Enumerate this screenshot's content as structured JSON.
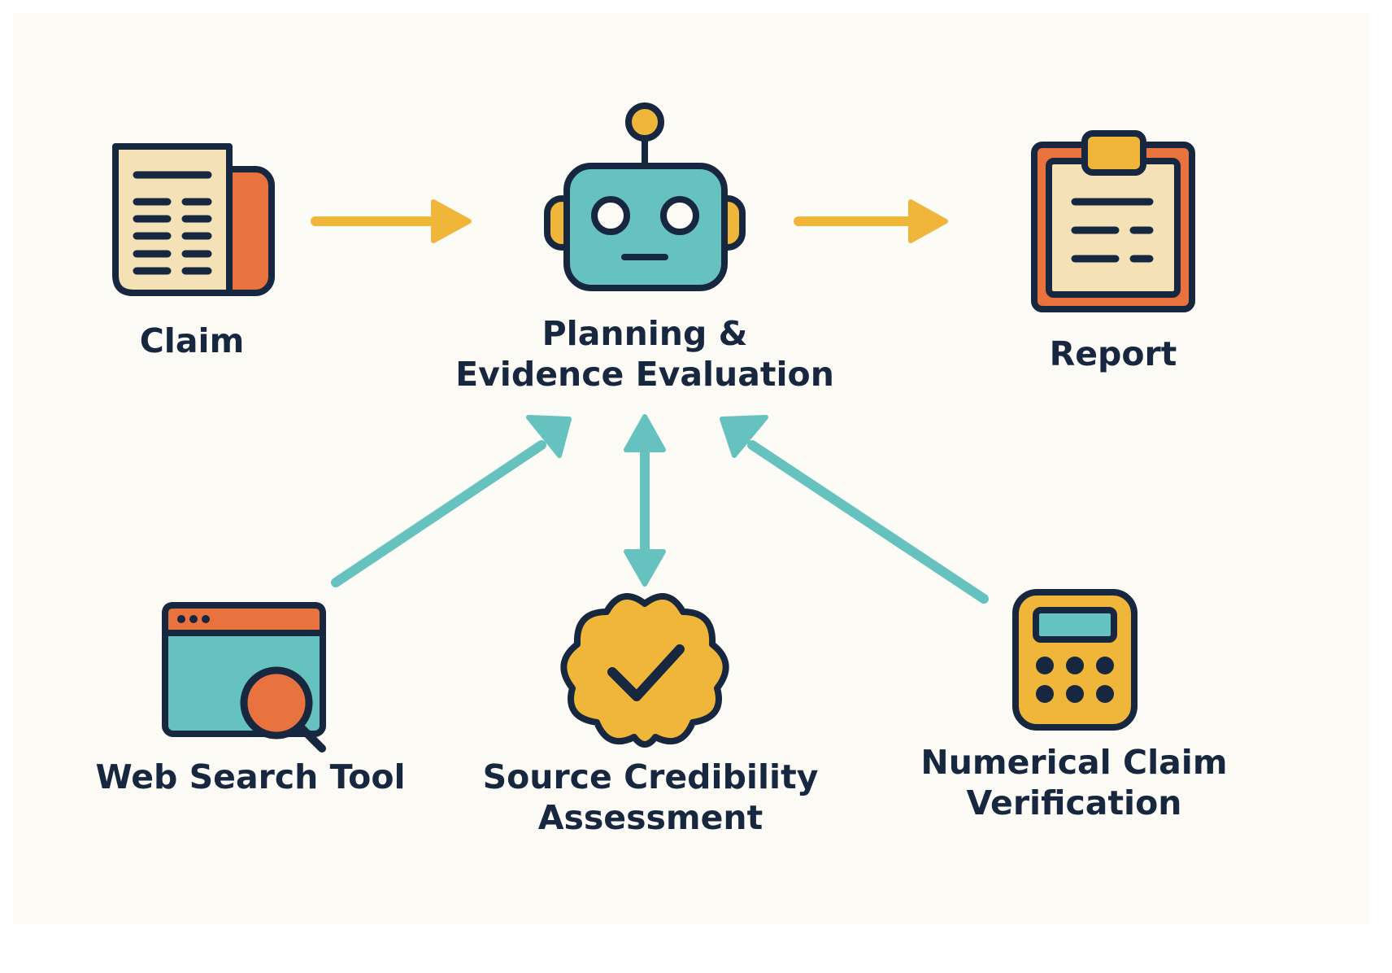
{
  "diagram": {
    "colors": {
      "background": "#fdfbf6",
      "outline": "#16273f",
      "teal": "#66c2be",
      "orange": "#e8733f",
      "yellow": "#f0b63a",
      "cream": "#f4e2b6",
      "arrow_yellow": "#f0b63a",
      "arrow_teal": "#66c2be"
    },
    "nodes": {
      "claim": {
        "label": "Claim",
        "icon": "newspaper-icon"
      },
      "planning": {
        "label_line1": "Planning &",
        "label_line2": "Evidence Evaluation",
        "icon": "robot-icon"
      },
      "report": {
        "label": "Report",
        "icon": "clipboard-icon"
      },
      "web_search": {
        "label": "Web Search Tool",
        "icon": "browser-search-icon"
      },
      "credibility": {
        "label_line1": "Source Credibility",
        "label_line2": "Assessment",
        "icon": "check-badge-icon"
      },
      "numerical": {
        "label_line1": "Numerical Claim",
        "label_line2": "Verification",
        "icon": "calculator-icon"
      }
    },
    "edges": [
      {
        "from": "Claim",
        "to": "Planning & Evidence Evaluation",
        "direction": "forward"
      },
      {
        "from": "Planning & Evidence Evaluation",
        "to": "Report",
        "direction": "forward"
      },
      {
        "from": "Web Search Tool",
        "to": "Planning & Evidence Evaluation",
        "direction": "forward"
      },
      {
        "from": "Source Credibility Assessment",
        "to": "Planning & Evidence Evaluation",
        "direction": "bidirectional"
      },
      {
        "from": "Numerical Claim Verification",
        "to": "Planning & Evidence Evaluation",
        "direction": "forward"
      }
    ]
  }
}
